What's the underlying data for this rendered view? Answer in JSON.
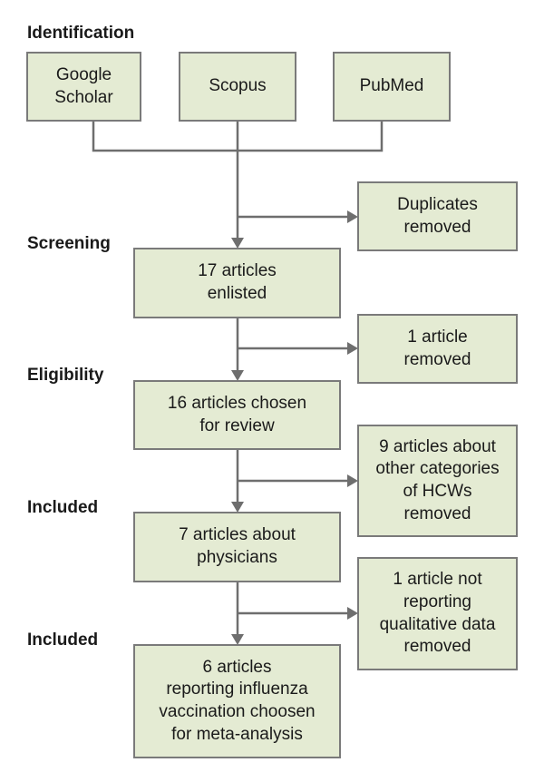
{
  "stages": {
    "identification": "Identification",
    "screening": "Screening",
    "eligibility": "Eligibility",
    "included_1": "Included",
    "included_2": "Included"
  },
  "sources": {
    "google_scholar": "Google\nScholar",
    "scopus": "Scopus",
    "pubmed": "PubMed"
  },
  "main_flow": {
    "enlisted": "17 articles\nenlisted",
    "chosen_for_review": "16 articles chosen\nfor review",
    "about_physicians": "7 articles about\nphysicians",
    "final": "6 articles\nreporting influenza\nvaccination choosen\nfor meta-analysis"
  },
  "exclusions": {
    "duplicates": "Duplicates\nremoved",
    "one_article": "1 article\nremoved",
    "other_hcws": "9 articles about\nother categories\nof HCWs\nremoved",
    "not_qualitative": "1 article not\nreporting\nqualitative data\nremoved"
  },
  "colors": {
    "box_fill": "#e4ebd3",
    "box_border": "#7a7a7a",
    "connector": "#6e6e6e"
  }
}
